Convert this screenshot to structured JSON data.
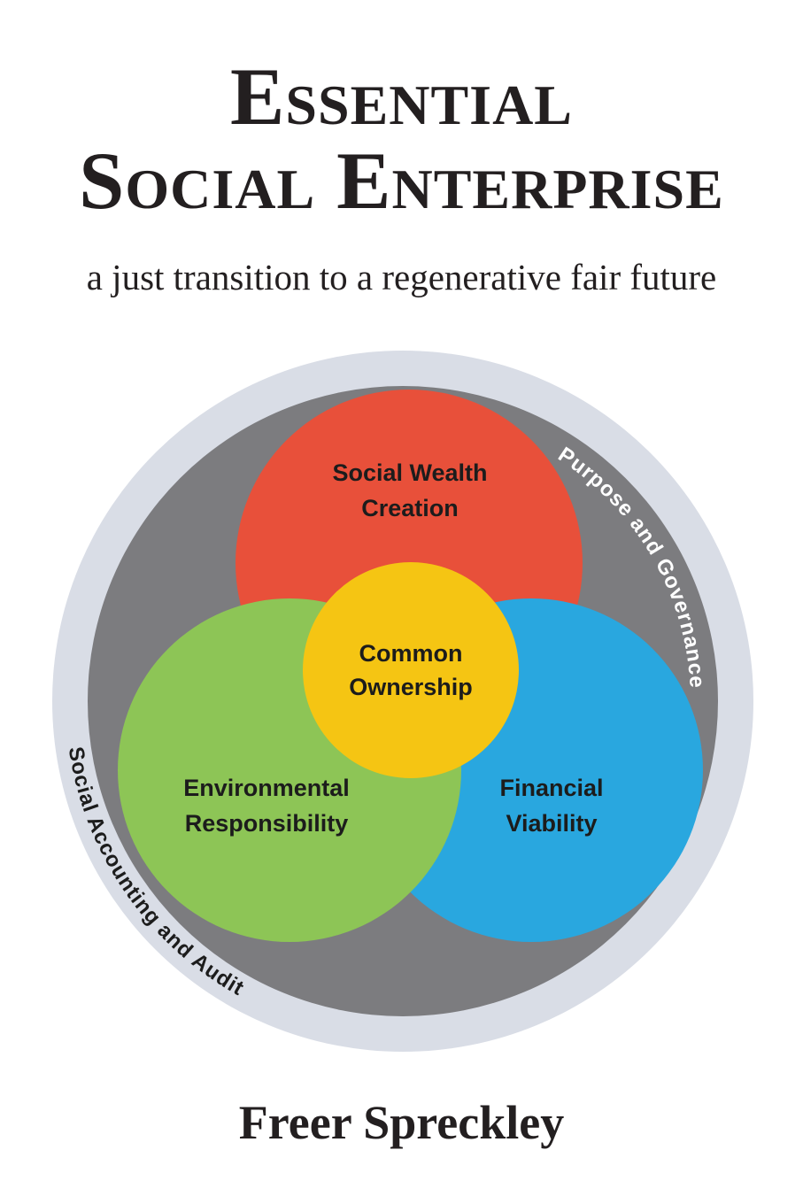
{
  "cover": {
    "title_line1": "Essential",
    "title_line2": "Social Enterprise",
    "subtitle": "a just transition to a regenerative fair future",
    "author": "Freer Spreckley",
    "text_color": "#231F20",
    "background_color": "#FFFFFF"
  },
  "diagram": {
    "outer_ring": {
      "label": "Social Accounting and Audit",
      "color": "#D9DDE6",
      "label_color": "#1C1C1C"
    },
    "governance_ring": {
      "label": "Purpose and Governance",
      "color": "#7C7C7F",
      "label_color": "#FFFFFF"
    },
    "circles": {
      "label_color": "#1C1C1C",
      "social_wealth": {
        "line1": "Social Wealth",
        "line2": "Creation",
        "color": "#E8503A"
      },
      "environmental": {
        "line1": "Environmental",
        "line2": "Responsibility",
        "color": "#8DC556"
      },
      "financial": {
        "line1": "Financial",
        "line2": "Viability",
        "color": "#29A7DF"
      },
      "common_ownership": {
        "line1": "Common",
        "line2": "Ownership",
        "color": "#F5C513"
      }
    }
  }
}
